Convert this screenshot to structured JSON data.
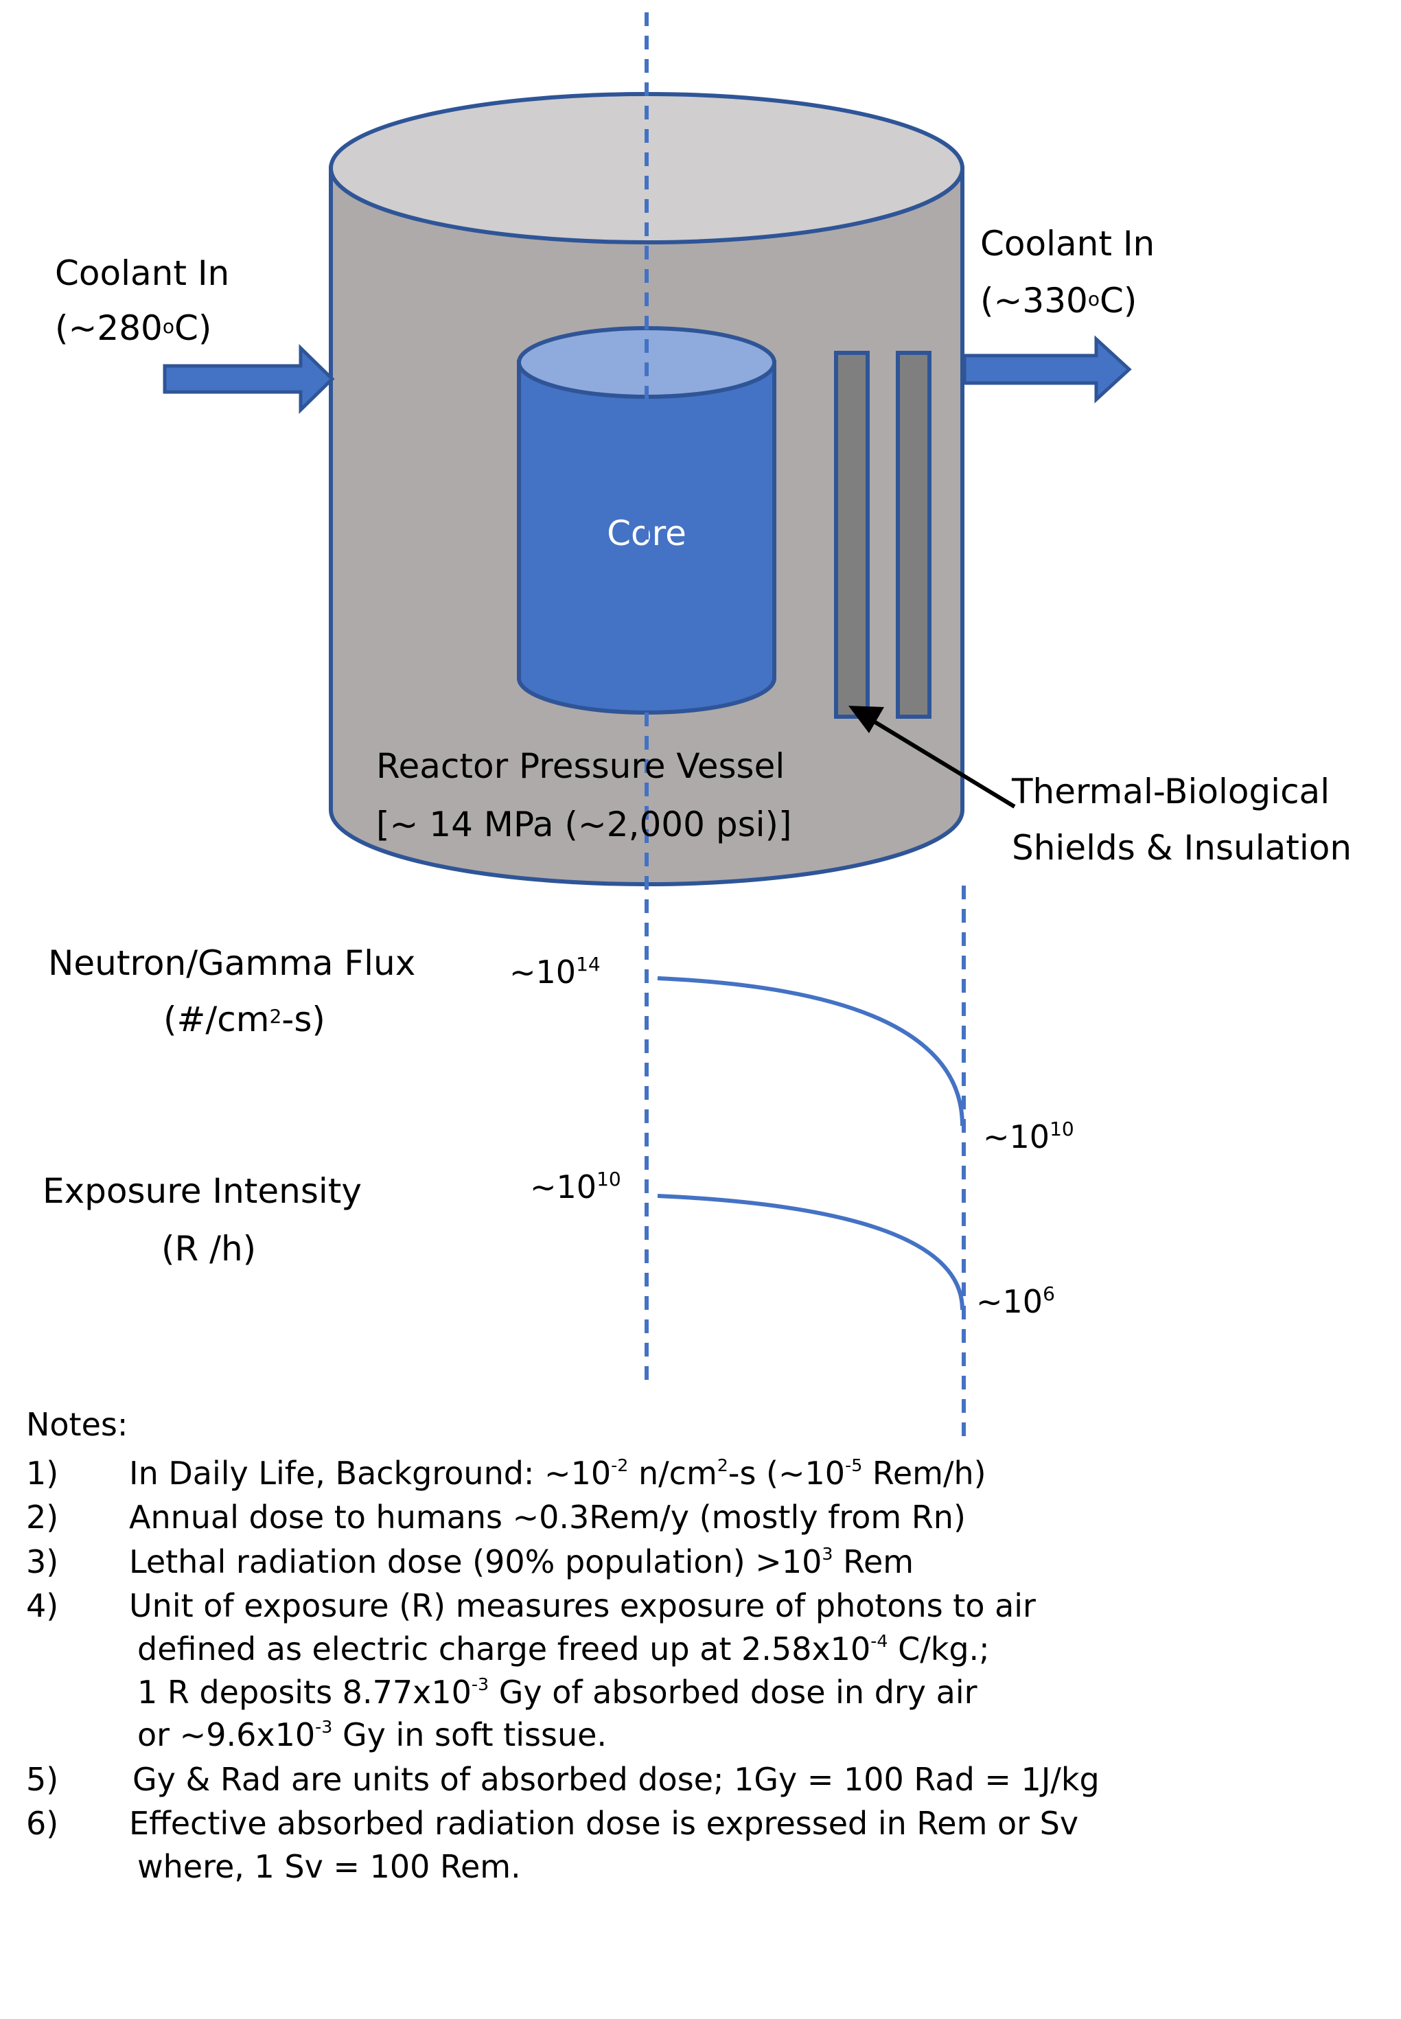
{
  "diagram": {
    "coolant_in_left": {
      "line1": "Coolant In",
      "line2_pre": "(~280",
      "line2_sup": "o",
      "line2_post": "C)"
    },
    "coolant_in_right": {
      "line1": "Coolant In",
      "line2_pre": "(~330",
      "line2_sup": "o",
      "line2_post": "C)"
    },
    "core_label": "Core",
    "vessel_label": {
      "line1": "Reactor Pressure Vessel",
      "line2": "[~ 14 MPa (~2,000 psi)]"
    },
    "shield_label": {
      "line1": "Thermal-Biological",
      "line2": "Shields & Insulation"
    },
    "flux": {
      "label_line1": "Neutron/Gamma Flux",
      "label_line2_pre": "(#/cm",
      "label_line2_sup": "2",
      "label_line2_post": "-s)",
      "start": {
        "base": "~10",
        "exp": "14"
      },
      "end": {
        "base": "~10",
        "exp": "10"
      }
    },
    "exposure": {
      "label_line1": "Exposure Intensity",
      "label_line2": "(R /h)",
      "start": {
        "base": "~10",
        "exp": "10"
      },
      "end": {
        "base": "~10",
        "exp": "6"
      }
    },
    "colors": {
      "vessel_fill": "#AEAAAA",
      "vessel_top": "#D0CECE",
      "outline": "#2F5597",
      "core_fill": "#4472C4",
      "core_top": "#8FAADC",
      "shield_fill": "#7F7F7F",
      "dashed_line": "#4472C4",
      "arrow_fill": "#4472C4"
    }
  },
  "notes": {
    "title": "Notes:",
    "items": [
      {
        "num": "1)",
        "parts": {
          "a": "In Daily Life, Background: ~10",
          "b": "-2",
          "c": " n/cm",
          "d": "2",
          "e": "-s (~10",
          "f": "-5",
          "g": " Rem/h)"
        }
      },
      {
        "num": "2)",
        "text": "Annual dose to humans ~0.3Rem/y (mostly from Rn)"
      },
      {
        "num": "3)",
        "parts": {
          "a": "Lethal radiation dose (90% population) >10",
          "b": "3",
          "c": " Rem"
        }
      },
      {
        "num": "4)",
        "line1": "Unit of exposure (R) measures exposure of photons to air",
        "line2": {
          "a": "defined as electric charge freed up at 2.58x10",
          "b": "-4",
          "c": " C/kg.;"
        },
        "line3": {
          "a": "1 R deposits 8.77x10",
          "b": "-3",
          "c": " Gy of absorbed dose in dry air"
        },
        "line4": {
          "a": "or ~9.6x10",
          "b": "-3",
          "c": " Gy in soft tissue."
        }
      },
      {
        "num": "5)",
        "text": "Gy & Rad are units of absorbed dose; 1Gy = 100 Rad = 1J/kg"
      },
      {
        "num": "6)",
        "line1": "Effective  absorbed radiation dose is expressed in Rem or Sv",
        "line2": "where, 1 Sv = 100 Rem."
      }
    ]
  }
}
